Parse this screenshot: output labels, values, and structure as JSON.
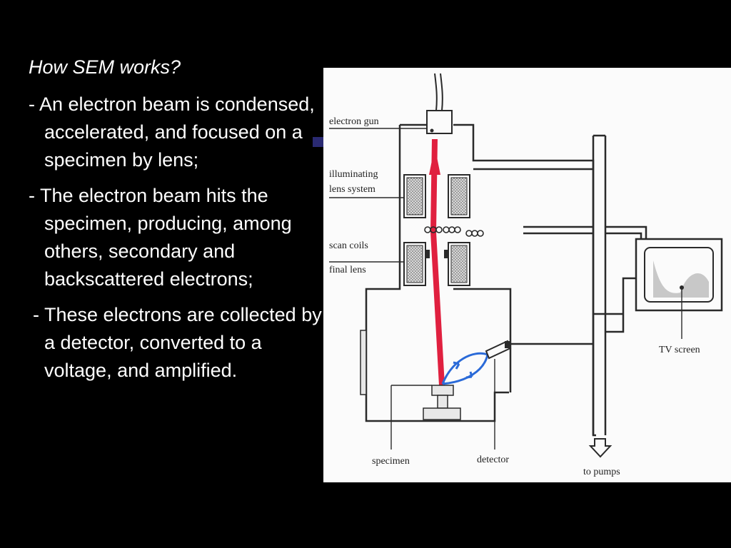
{
  "slide": {
    "title": "How SEM works?",
    "bullets": [
      "- An electron beam is condensed, accelerated, and focused on a specimen by lens;",
      "- The electron beam hits the specimen, producing, among others, secondary and backscattered electrons;",
      "- These electrons are collected by a detector, converted to a voltage, and amplified."
    ]
  },
  "diagram": {
    "labels": {
      "electron_gun": "electron gun",
      "illuminating_1": "illuminating",
      "illuminating_2": "lens system",
      "scan_coils": "scan coils",
      "final_lens": "final lens",
      "tv_screen": "TV screen",
      "specimen": "specimen",
      "detector": "detector",
      "to_pumps": "to pumps"
    },
    "colors": {
      "beam": "#e0203f",
      "electron_paths": "#2a6ad8",
      "outline": "#2a2a2a"
    }
  }
}
